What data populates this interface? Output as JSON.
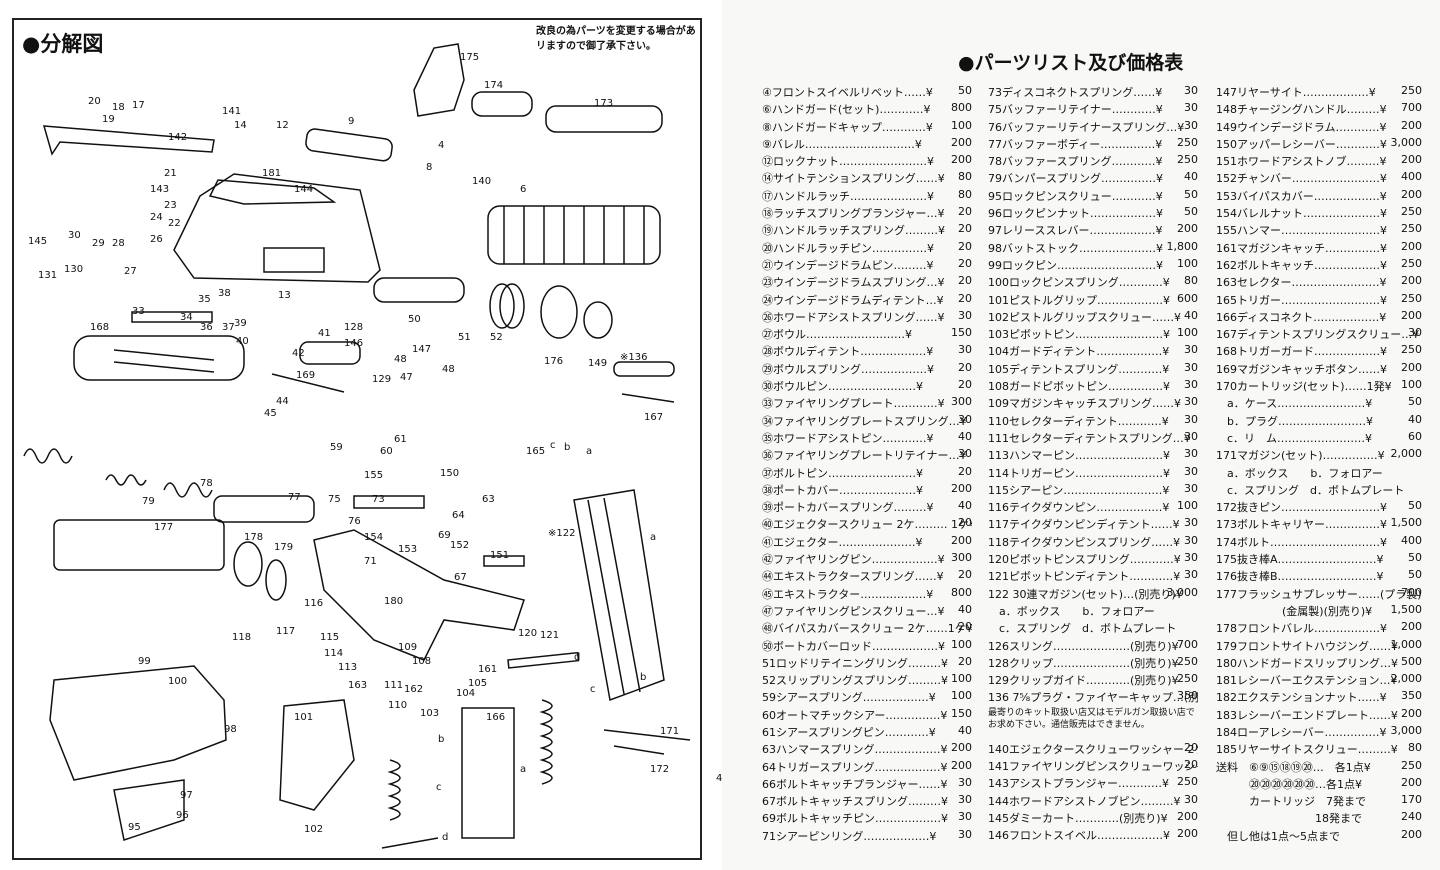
{
  "exploded_view": {
    "title": "●分解図",
    "notice": "改良の為パーツを変更する場合があリますので御了承下さい。",
    "part_numbers": [
      "175",
      "174",
      "173",
      "20",
      "18",
      "17",
      "19",
      "141",
      "14",
      "12",
      "9",
      "142",
      "4",
      "8",
      "140",
      "6",
      "181",
      "21",
      "143",
      "144",
      "23",
      "24",
      "22",
      "145",
      "30",
      "29",
      "28",
      "26",
      "131",
      "130",
      "27",
      "35",
      "38",
      "13",
      "128",
      "50",
      "52",
      "176",
      "149",
      "33",
      "34",
      "36",
      "37",
      "39",
      "41",
      "40",
      "42",
      "146",
      "48",
      "147",
      "51",
      "168",
      "169",
      "129",
      "47",
      "48",
      "※136",
      "44",
      "45",
      "167",
      "59",
      "61",
      "60",
      "165",
      "c",
      "b",
      "a",
      "155",
      "150",
      "73",
      "75",
      "63",
      "77",
      "78",
      "79",
      "76",
      "64",
      "177",
      "178",
      "179",
      "154",
      "69",
      "152",
      "153",
      "71",
      "151",
      "67",
      "180",
      "116",
      "115",
      "118",
      "117",
      "114",
      "113",
      "109",
      "108",
      "120",
      "121",
      "※122",
      "a",
      "99",
      "100",
      "111",
      "163",
      "162",
      "161",
      "105",
      "104",
      "103",
      "110",
      "d",
      "b",
      "c",
      "98",
      "101",
      "166",
      "b",
      "171",
      "172",
      "a",
      "c",
      "97",
      "95",
      "96",
      "102",
      "d"
    ]
  },
  "price_list": {
    "title": "●パーツリスト及び価格表",
    "col1": [
      {
        "name": "④フロントスイベルリベット……¥",
        "price": "50"
      },
      {
        "name": "⑥ハンドガード(セット)…………¥",
        "price": "800"
      },
      {
        "name": "⑧ハンドガードキャップ…………¥",
        "price": "100"
      },
      {
        "name": "⑨バレル…………………………¥",
        "price": "200"
      },
      {
        "name": "⑫ロックナット……………………¥",
        "price": "200"
      },
      {
        "name": "⑭サイトテンションスプリング……¥",
        "price": "80"
      },
      {
        "name": "⑰ハンドルラッチ…………………¥",
        "price": "80"
      },
      {
        "name": "⑱ラッチスプリングプランジャー…¥",
        "price": "20"
      },
      {
        "name": "⑲ハンドルラッチスプリング………¥",
        "price": "20"
      },
      {
        "name": "⑳ハンドルラッチピン……………¥",
        "price": "20"
      },
      {
        "name": "㉑ウインデージドラムピン………¥",
        "price": "20"
      },
      {
        "name": "㉓ウインデージドラムスプリング…¥",
        "price": "20"
      },
      {
        "name": "㉔ウインデージドラムディテント…¥",
        "price": "20"
      },
      {
        "name": "㉖ホワードアシストスプリング……¥",
        "price": "30"
      },
      {
        "name": "㉗ボウル………………………¥",
        "price": "150"
      },
      {
        "name": "㉘ボウルディテント………………¥",
        "price": "30"
      },
      {
        "name": "㉙ボウルスプリング………………¥",
        "price": "20"
      },
      {
        "name": "㉚ボウルピン……………………¥",
        "price": "20"
      },
      {
        "name": "㉝ファイヤリングプレート…………¥",
        "price": "300"
      },
      {
        "name": "㉞ファイヤリングプレートスプリング…¥",
        "price": "30"
      },
      {
        "name": "㉟ホワードアシストピン…………¥",
        "price": "40"
      },
      {
        "name": "㊱ファイヤリングプレートリテイナー…¥",
        "price": "30"
      },
      {
        "name": "㊲ボルトピン……………………¥",
        "price": "20"
      },
      {
        "name": "㊳ポートカバー…………………¥",
        "price": "200"
      },
      {
        "name": "㊴ポートカバースプリング………¥",
        "price": "40"
      },
      {
        "name": "㊵エジェクタースクリュー 2ケ……… 1ケ¥",
        "price": "20"
      },
      {
        "name": "㊶エジェクター…………………¥",
        "price": "200"
      },
      {
        "name": "㊷ファイヤリングピン………………¥",
        "price": "300"
      },
      {
        "name": "㊹エキストラクタースプリング……¥",
        "price": "20"
      },
      {
        "name": "㊺エキストラクター………………¥",
        "price": "800"
      },
      {
        "name": "㊼ファイヤリングピンスクリュー…¥",
        "price": "40"
      },
      {
        "name": "㊽バイパスカバースクリュー 2ケ……1ケ¥",
        "price": "20"
      },
      {
        "name": "㊿ボートカバーロッド………………¥",
        "price": "100"
      },
      {
        "name": "51ロッドリテイニングリング………¥",
        "price": "20"
      },
      {
        "name": "52スリップリングスプリング………¥",
        "price": "100"
      },
      {
        "name": "59シアースプリング………………¥",
        "price": "100"
      },
      {
        "name": "60オートマチックシアー……………¥",
        "price": "150"
      },
      {
        "name": "61シアースプリングピン…………¥",
        "price": "40"
      },
      {
        "name": "63ハンマースプリング………………¥",
        "price": "200"
      },
      {
        "name": "64トリガースプリング………………¥",
        "price": "200"
      },
      {
        "name": "66ボルトキャッチプランジャー……¥",
        "price": "30"
      },
      {
        "name": "67ボルトキャッチスプリング………¥",
        "price": "30"
      },
      {
        "name": "69ボルトキャッチピン………………¥",
        "price": "30"
      },
      {
        "name": "71シアーピンリング………………¥",
        "price": "30"
      }
    ],
    "col2": [
      {
        "name": "73ディスコネクトスプリング……¥",
        "price": "30"
      },
      {
        "name": "75バッファーリテイナー…………¥",
        "price": "30"
      },
      {
        "name": "76バッファーリテイナースプリング…¥",
        "price": "30"
      },
      {
        "name": "77バッファーボディー……………¥",
        "price": "250"
      },
      {
        "name": "78バッファースプリング…………¥",
        "price": "250"
      },
      {
        "name": "79バンパースプリング……………¥",
        "price": "40"
      },
      {
        "name": "95ロックピンスクリュー…………¥",
        "price": "50"
      },
      {
        "name": "96ロックピンナット………………¥",
        "price": "50"
      },
      {
        "name": "97レリーススレバー………………¥",
        "price": "200"
      },
      {
        "name": "98バットストック…………………¥",
        "price": "1,800"
      },
      {
        "name": "99ロックピン………………………¥",
        "price": "100"
      },
      {
        "name": "100ロックピンスプリング…………¥",
        "price": "80"
      },
      {
        "name": "101ピストルグリップ………………¥",
        "price": "600"
      },
      {
        "name": "102ピストルグリップスクリュー……¥",
        "price": "40"
      },
      {
        "name": "103ピボットピン……………………¥",
        "price": "100"
      },
      {
        "name": "104ガードディテント………………¥",
        "price": "30"
      },
      {
        "name": "105ディテントスプリング…………¥",
        "price": "30"
      },
      {
        "name": "108ガードピボットピン……………¥",
        "price": "30"
      },
      {
        "name": "109マガジンキャッチスプリング……¥",
        "price": "30"
      },
      {
        "name": "110セレクターディテント…………¥",
        "price": "30"
      },
      {
        "name": "111セレクターディテントスプリング…¥",
        "price": "30"
      },
      {
        "name": "113ハンマーピン……………………¥",
        "price": "30"
      },
      {
        "name": "114トリガーピン……………………¥",
        "price": "30"
      },
      {
        "name": "115シアーピン………………………¥",
        "price": "30"
      },
      {
        "name": "116テイクダウンピン………………¥",
        "price": "100"
      },
      {
        "name": "117テイクダウンピンディテント……¥",
        "price": "30"
      },
      {
        "name": "118テイクダウンピンスプリング……¥",
        "price": "30"
      },
      {
        "name": "120ピボットピンスプリング…………¥",
        "price": "30"
      },
      {
        "name": "121ピボットピンディテント…………¥",
        "price": "30"
      },
      {
        "name": "122 30連マガジン(セット)…(別売り)¥",
        "price": "3,000"
      },
      {
        "name": "　a．ボックス　　b．フォロアー",
        "price": ""
      },
      {
        "name": "　c．スプリング　d．ボトムプレート",
        "price": ""
      },
      {
        "name": "126スリング…………………(別売り)¥",
        "price": "700"
      },
      {
        "name": "128クリップ…………………(別売り)¥",
        "price": "250"
      },
      {
        "name": "129クリップガイド…………(別売り)¥",
        "price": "250"
      },
      {
        "name": "136 7⅝プラグ・ファイヤーキャップ…(別売り)¥",
        "price": "350"
      },
      {
        "name": "最寄りのキット取扱い店又はモデルガン取扱い店でお求め下さい。通信販売はできません。",
        "price": "",
        "note": true
      },
      {
        "name": "140エジェクタースクリューワッシャー 2ケ…1ケ¥",
        "price": "20"
      },
      {
        "name": "141ファイヤリングピンスクリューワッシャー…¥",
        "price": "20"
      },
      {
        "name": "143アシストプランジャー…………¥",
        "price": "250"
      },
      {
        "name": "144ホワードアシストノブピン………¥",
        "price": "30"
      },
      {
        "name": "145ダミーカート…………(別売り)¥",
        "price": "200"
      },
      {
        "name": "146フロントスイベル………………¥",
        "price": "200"
      }
    ],
    "col3": [
      {
        "name": "147リヤーサイト………………¥",
        "price": "250"
      },
      {
        "name": "148チャージングハンドル………¥",
        "price": "700"
      },
      {
        "name": "149ウインデージドラム…………¥",
        "price": "200"
      },
      {
        "name": "150アッパーレシーバー…………¥",
        "price": "3,000"
      },
      {
        "name": "151ホワードアシストノブ………¥",
        "price": "200"
      },
      {
        "name": "152チャンバー……………………¥",
        "price": "400"
      },
      {
        "name": "153バイパスカバー………………¥",
        "price": "200"
      },
      {
        "name": "154バレルナット…………………¥",
        "price": "250"
      },
      {
        "name": "155ハンマー………………………¥",
        "price": "250"
      },
      {
        "name": "161マガジンキャッチ……………¥",
        "price": "200"
      },
      {
        "name": "162ボルトキャッチ………………¥",
        "price": "250"
      },
      {
        "name": "163セレクター……………………¥",
        "price": "200"
      },
      {
        "name": "165トリガー………………………¥",
        "price": "250"
      },
      {
        "name": "166ディスコネクト………………¥",
        "price": "200"
      },
      {
        "name": "167ディテントスプリングスクリュー…¥",
        "price": "30"
      },
      {
        "name": "168トリガーガード………………¥",
        "price": "250"
      },
      {
        "name": "169マガジンキャッチボタン……¥",
        "price": "200"
      },
      {
        "name": "170カートリッジ(セット)……1発¥",
        "price": "100"
      },
      {
        "name": "　a．ケース……………………¥",
        "price": "50"
      },
      {
        "name": "　b．プラグ……………………¥",
        "price": "40"
      },
      {
        "name": "　c．リ　ム……………………¥",
        "price": "60"
      },
      {
        "name": "171マガジン(セット)……………¥",
        "price": "2,000"
      },
      {
        "name": "　a．ボックス　　b．フォロアー",
        "price": ""
      },
      {
        "name": "　c．スプリング　d．ボトムプレート",
        "price": ""
      },
      {
        "name": "172抜きピン………………………¥",
        "price": "50"
      },
      {
        "name": "173ボルトキャリヤー……………¥",
        "price": "1,500"
      },
      {
        "name": "174ボルト…………………………¥",
        "price": "400"
      },
      {
        "name": "175抜き棒A………………………¥",
        "price": "50"
      },
      {
        "name": "176抜き棒B………………………¥",
        "price": "50"
      },
      {
        "name": "177フラッシュサプレッサー……(プラ製)¥",
        "price": "700"
      },
      {
        "name": "　　　　　　(金属製)(別売り)¥",
        "price": "1,500"
      },
      {
        "name": "178フロントバレル………………¥",
        "price": "200"
      },
      {
        "name": "179フロントサイトハウジング……¥",
        "price": "1,000"
      },
      {
        "name": "180ハンドガードスリップリング…¥",
        "price": "500"
      },
      {
        "name": "181レシーバーエクステンション…¥",
        "price": "2,000"
      },
      {
        "name": "182エクステンションナット……¥",
        "price": "350"
      },
      {
        "name": "183レシーバーエンドプレート……¥",
        "price": "200"
      },
      {
        "name": "184ローアレシーバー……………¥",
        "price": "3,000"
      },
      {
        "name": "185リヤーサイトスクリュー………¥",
        "price": "80"
      },
      {
        "name": "送料　⑥⑨⑮⑱⑲⑳…　各1点¥",
        "price": "250"
      },
      {
        "name": "　　　⑳⑳⑳⑳⑳⑳…各1点¥",
        "price": "200"
      },
      {
        "name": "　　　カートリッジ　7発まで",
        "price": "170"
      },
      {
        "name": "　　　　　　　　　18発まで",
        "price": "240"
      },
      {
        "name": "　但し他は1点～5点まで",
        "price": "200"
      }
    ],
    "edge_mark": "4"
  }
}
